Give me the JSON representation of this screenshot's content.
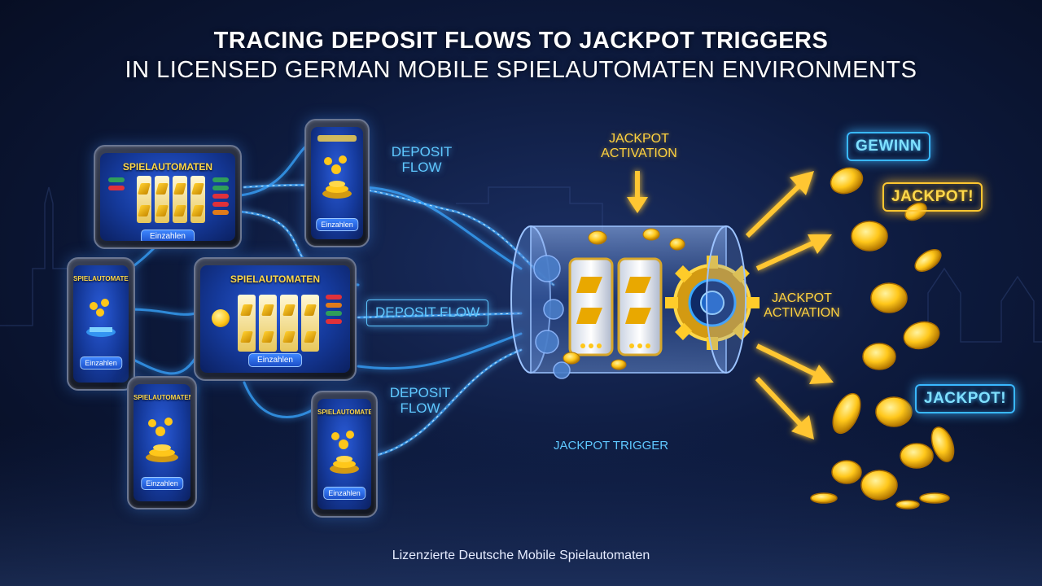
{
  "title": {
    "line1": "TRACING DEPOSIT FLOWS TO JACKPOT TRIGGERS",
    "line2": "IN LICENSED GERMAN MOBILE SPIELAUTOMATEN ENVIRONMENTS"
  },
  "devices": {
    "tablet_top": {
      "title": "Spielautomaten",
      "button": "Einzahlen"
    },
    "tablet_center": {
      "title": "Spielautomaten",
      "button": "Einzahlen"
    },
    "phone_left": {
      "title": "Spielautomaten",
      "button": "Einzahlen"
    },
    "phone_top": {
      "button": "Einzahlen"
    },
    "phone_bottom_left": {
      "title": "Spielautomaten",
      "button": "Einzahlen"
    },
    "phone_bottom_center": {
      "title": "Spielautomaten",
      "button": "Einzahlen"
    }
  },
  "flow_labels": {
    "top": "DEPOSIT FLOW",
    "middle": "DEPOSIT FLOW",
    "bottom": "DEPOSIT FLOW"
  },
  "jackpot_labels": {
    "activation_top": "JACKPOT ACTIVATION",
    "activation_right": "JACKPOT ACTIVATION",
    "trigger": "JACKPOT TRIGGER"
  },
  "badges": {
    "gewinn": "GEWINN",
    "jackpot1": "JACKPOT!",
    "jackpot2": "JACKPOT!"
  },
  "footer": "Lizenzierte Deutsche Mobile Spielautomaten",
  "colors": {
    "flow_blue": "#5fc8ff",
    "gold": "#ffd23f",
    "background": "#0d1a3d"
  }
}
